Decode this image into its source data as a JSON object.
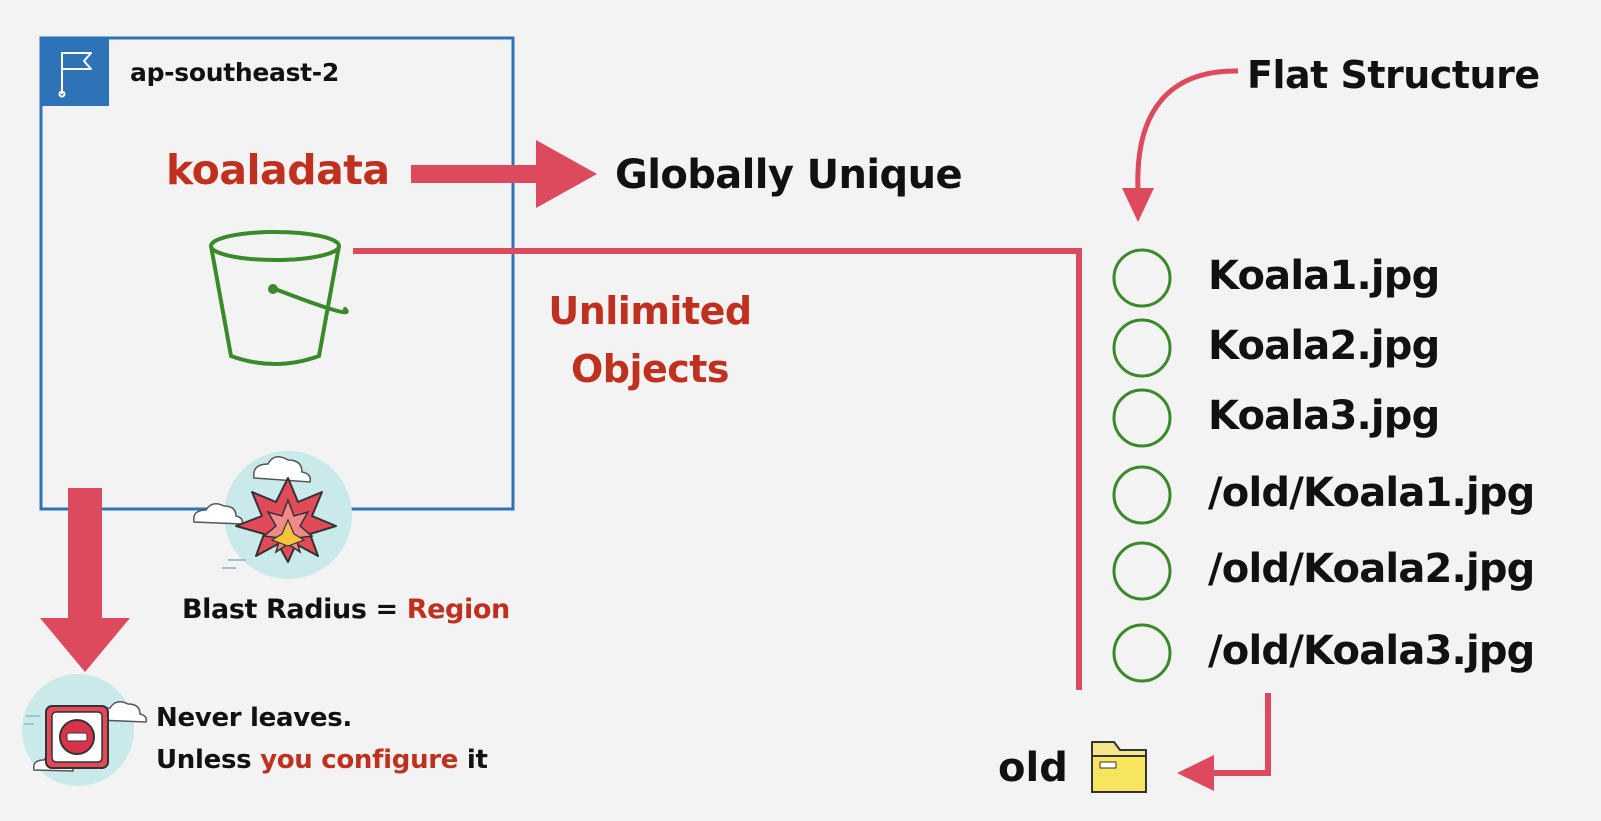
{
  "region": {
    "label": "ap-southeast-2",
    "icon": "region-flag-icon",
    "border_color": "#2e73b8"
  },
  "bucket": {
    "name": "koaladata",
    "icon": "s3-bucket-icon",
    "color": "#3a8a2a"
  },
  "globally_unique": "Globally Unique",
  "unlimited_objects": [
    "Unlimited",
    "Objects"
  ],
  "flat_structure": "Flat Structure",
  "blast": {
    "prefix": "Blast Radius = ",
    "highlight": "Region",
    "icon": "explosion-icon"
  },
  "never_leaves": {
    "line1": "Never leaves.",
    "line2_prefix": "Unless ",
    "line2_highlight": "you configure",
    "line2_suffix": " it",
    "icon": "no-entry-icon"
  },
  "objects": [
    "Koala1.jpg",
    "Koala2.jpg",
    "Koala3.jpg",
    "/old/Koala1.jpg",
    "/old/Koala2.jpg",
    "/old/Koala3.jpg"
  ],
  "folder": {
    "label": "old",
    "icon": "folder-icon"
  },
  "colors": {
    "accent_red": "#c0301f",
    "arrow_pink": "#dd4a5e",
    "object_green": "#3a8a2a",
    "region_blue": "#2e73b8"
  }
}
